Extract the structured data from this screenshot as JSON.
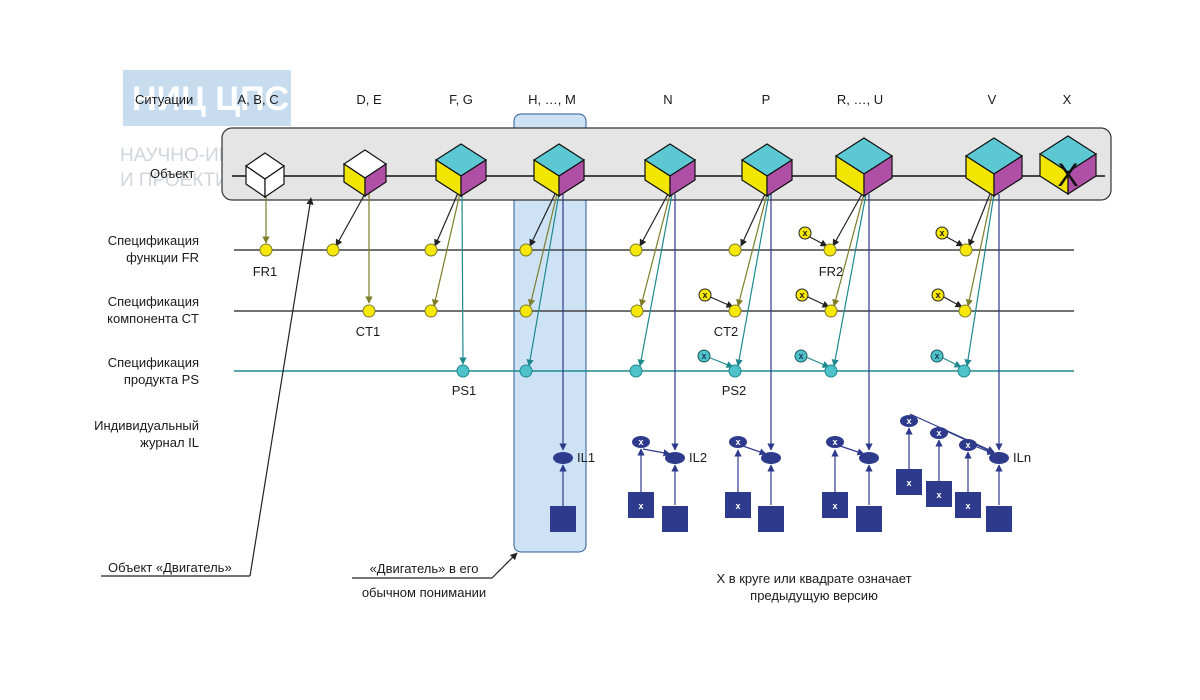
{
  "watermark": {
    "logo": "НИЦ ЦПС",
    "line1": "НАУЧНО-ИНЖЕНЕРНЫЙ ЦЕНТР ЦИФРОВИЗАЦИИ",
    "line2": "И ПРОЕКТИРОВАНИЯ В СТРОИТЕЛЬСТВЕ"
  },
  "situations_label": "Ситуации",
  "situations": [
    "A, B, C",
    "D, E",
    "F, G",
    "H, …, M",
    "N",
    "P",
    "R, …, U",
    "V",
    "X"
  ],
  "row_labels": {
    "object": "Объект",
    "fr": [
      "Спецификация",
      "функции FR"
    ],
    "ct": [
      "Спецификация",
      "компонента CT"
    ],
    "ps": [
      "Спецификация",
      "продукта PS"
    ],
    "il": [
      "Индивидуальный",
      "журнал IL"
    ]
  },
  "node_labels": {
    "fr1": "FR1",
    "fr2": "FR2",
    "ct1": "CT1",
    "ct2": "CT2",
    "ps1": "PS1",
    "ps2": "PS2",
    "il1": "IL1",
    "il2": "IL2",
    "iln": "ILn"
  },
  "version_mark": "x",
  "object_x_mark": "X",
  "annotations": {
    "engine_object": "Объект «Двигатель»",
    "engine_usual": [
      "«Двигатель» в его",
      "обычном понимании"
    ],
    "legend": [
      "Х в круге или квадрате означает",
      "предыдущую версию"
    ]
  },
  "colors": {
    "cube_top": "#5bc8d4",
    "cube_left": "#f2e600",
    "cube_right": "#b04fa6",
    "node_yellow": "#f7e80a",
    "node_teal": "#4fc1c9",
    "node_navy": "#2e3a8c",
    "highlight": "#cde3f5",
    "object_band": "#e5e5e5"
  }
}
